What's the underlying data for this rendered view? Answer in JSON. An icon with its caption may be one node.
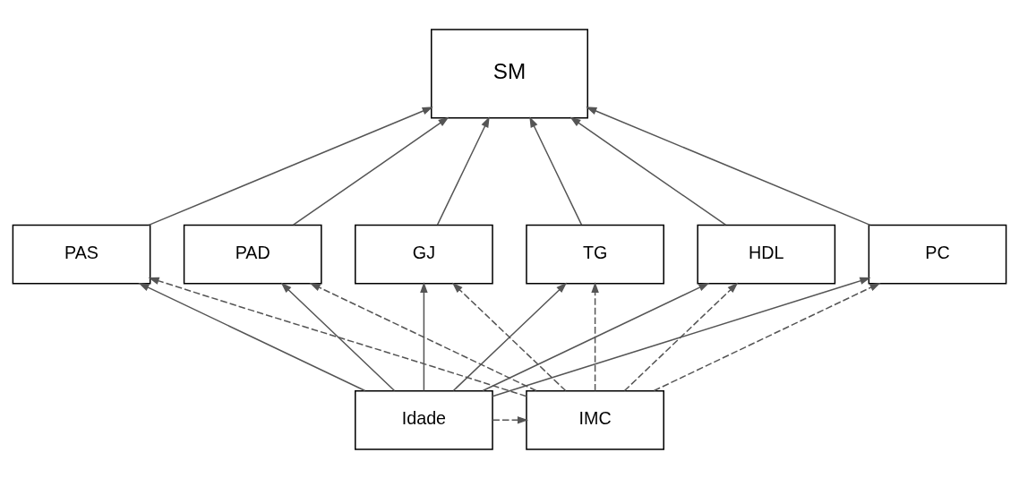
{
  "diagram": {
    "nodes": [
      {
        "text": [
          "SM"
        ]
      },
      {
        "text": [
          "PAS"
        ]
      },
      {
        "text": [
          "PAD"
        ]
      },
      {
        "text": [
          "GJ"
        ]
      },
      {
        "text": [
          "TG"
        ]
      },
      {
        "text": [
          "HDL"
        ]
      },
      {
        "text": [
          "PC"
        ]
      },
      {
        "text": [
          "Idade"
        ]
      },
      {
        "text": [
          "IMC"
        ]
      }
    ],
    "edges": [
      {
        "from": 1,
        "to": 0,
        "arrow": "to"
      },
      {
        "from": 2,
        "to": 0,
        "arrow": "to"
      },
      {
        "from": 3,
        "to": 0,
        "arrow": "to"
      },
      {
        "from": 4,
        "to": 0,
        "arrow": "to"
      },
      {
        "from": 5,
        "to": 0,
        "arrow": "to"
      },
      {
        "from": 6,
        "to": 0,
        "arrow": "to"
      },
      {
        "from": 7,
        "to": 1,
        "arrow": "to"
      },
      {
        "from": 7,
        "to": 2,
        "arrow": "to"
      },
      {
        "from": 7,
        "to": 3,
        "arrow": "to"
      },
      {
        "from": 7,
        "to": 4,
        "arrow": "to"
      },
      {
        "from": 7,
        "to": 5,
        "arrow": "to"
      },
      {
        "from": 7,
        "to": 6,
        "arrow": "to"
      },
      {
        "from": 8,
        "to": 1,
        "arrow": "to",
        "style": "dashed"
      },
      {
        "from": 8,
        "to": 2,
        "arrow": "to",
        "style": "dashed"
      },
      {
        "from": 8,
        "to": 3,
        "arrow": "to",
        "style": "dashed"
      },
      {
        "from": 8,
        "to": 4,
        "arrow": "to",
        "style": "dashed"
      },
      {
        "from": 8,
        "to": 5,
        "arrow": "to",
        "style": "dashed"
      },
      {
        "from": 8,
        "to": 6,
        "arrow": "to",
        "style": "dashed"
      },
      {
        "from": 7,
        "to": 8,
        "arrow": "to",
        "style": "dashed"
      }
    ]
  }
}
